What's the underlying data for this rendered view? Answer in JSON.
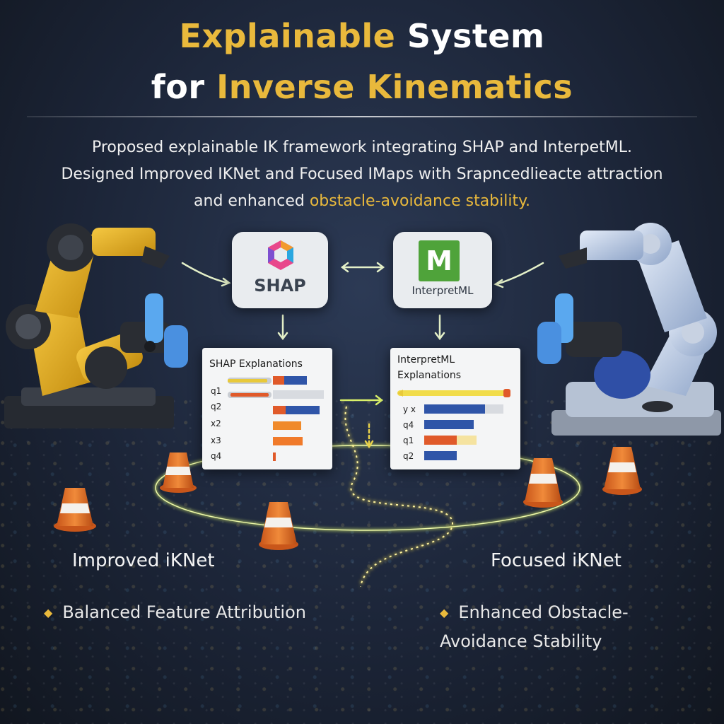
{
  "title": {
    "line1_gold": "Explainable",
    "line1_white": " System",
    "line2_white": "for ",
    "line2_gold": "Inverse Kinematics"
  },
  "subtitle": {
    "line1": "Proposed explainable IK framework integrating SHAP and InterpetML.",
    "line2": "Designed Improved IKNet and Focused IMaps with Srapncedlieacte attraction",
    "line3_plain": "and enhanced ",
    "line3_highlight": "obstacle-avoidance stability."
  },
  "logos": {
    "shap": "SHAP",
    "interpretml": "InterpretML",
    "interpretml_mark": "M"
  },
  "shap_panel": {
    "title": "SHAP Explanations",
    "rows": [
      "q1",
      "q2",
      "x2",
      "x3",
      "q4"
    ]
  },
  "iml_panel": {
    "title_line1": "InterpretML",
    "title_line2": "Explanations",
    "rows": [
      "y x",
      "q4",
      "q1",
      "q2"
    ]
  },
  "left_model": {
    "name": "Improved iKNet",
    "bullet": "Balanced Feature Attribution"
  },
  "right_model": {
    "name": "Focused iKNet",
    "bullet": "Enhanced Obstacle-Avoidance Stability"
  },
  "colors": {
    "gold": "#e9b93c",
    "robot_left": "#e8b424",
    "robot_right": "#9fb4d8",
    "path": "#d9f06a",
    "cone": "#e8742a"
  },
  "icons": [
    "robot-arm-left",
    "robot-arm-right",
    "traffic-cone",
    "arrow-icon",
    "shap-logo-icon",
    "interpretml-logo-icon"
  ]
}
